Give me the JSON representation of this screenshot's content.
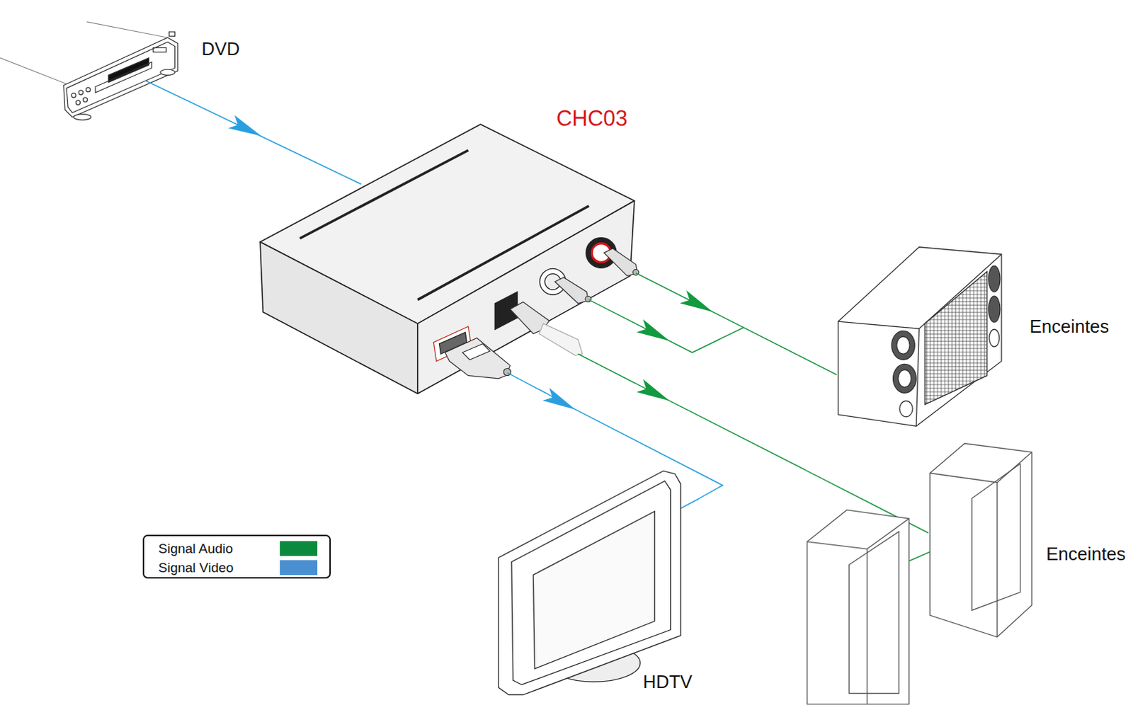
{
  "diagram": {
    "nodes": [
      {
        "text": [
          "DVD"
        ]
      },
      {
        "text": [
          "CHC03"
        ]
      },
      {
        "text": [
          "Enceintes"
        ]
      },
      {
        "text": [
          "HDTV"
        ]
      },
      {
        "text": [
          "Enceintes"
        ]
      }
    ],
    "edges": [
      {
        "from": 0,
        "to": 1,
        "arrow": "to"
      },
      {
        "from": 1,
        "to": 3,
        "arrow": "to"
      },
      {
        "from": 1,
        "to": 2,
        "arrow": "to"
      },
      {
        "from": 1,
        "to": 4,
        "arrow": "to"
      }
    ],
    "legend": [
      {
        "text": "Signal Audio",
        "color": "#0a8a3c"
      },
      {
        "text": "Signal Video",
        "color": "#4a8fd0"
      }
    ]
  }
}
